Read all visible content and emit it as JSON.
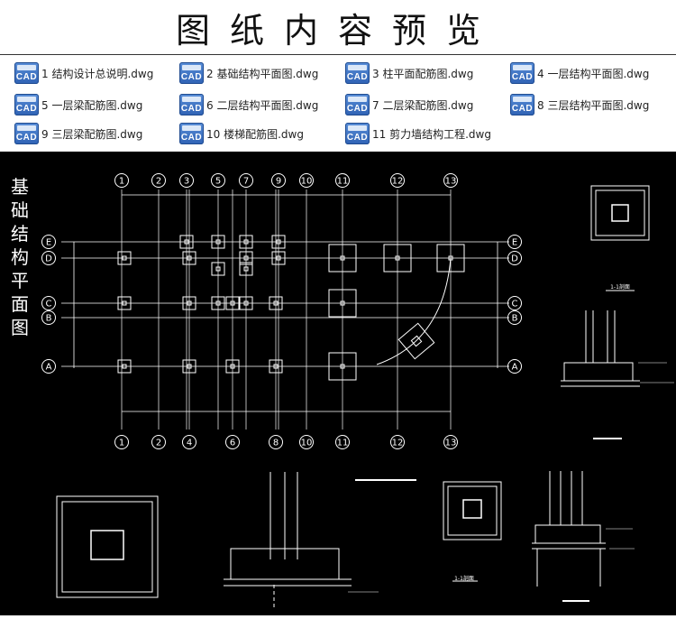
{
  "header": {
    "title": "图纸内容预览"
  },
  "files": [
    {
      "label": "1 结构设计总说明.dwg"
    },
    {
      "label": "2 基础结构平面图.dwg"
    },
    {
      "label": "3 柱平面配筋图.dwg"
    },
    {
      "label": "4 一层结构平面图.dwg"
    },
    {
      "label": "5 一层梁配筋图.dwg"
    },
    {
      "label": "6 二层结构平面图.dwg"
    },
    {
      "label": "7 二层梁配筋图.dwg"
    },
    {
      "label": "8 三层结构平面图.dwg"
    },
    {
      "label": "9 三层梁配筋图.dwg"
    },
    {
      "label": "10 楼梯配筋图.dwg"
    },
    {
      "label": "11 剪力墙结构工程.dwg"
    }
  ],
  "file_icon_text": "CAD",
  "drawing": {
    "vertical_title": [
      "基",
      "础",
      "结",
      "构",
      "平",
      "面",
      "图"
    ],
    "top_axes": [
      "1",
      "2",
      "3",
      "5",
      "7",
      "9",
      "10",
      "11",
      "12",
      "13"
    ],
    "bottom_axes": [
      "1",
      "2",
      "4",
      "6",
      "8",
      "10",
      "11",
      "12",
      "13"
    ],
    "row_axes": [
      "E",
      "D",
      "C",
      "B",
      "A"
    ],
    "section_label_1": "1-1剖面",
    "section_label_2": "1-1剖面"
  },
  "colors": {
    "background": "#000000",
    "lines": "#ffffff",
    "page": "#ffffff"
  }
}
